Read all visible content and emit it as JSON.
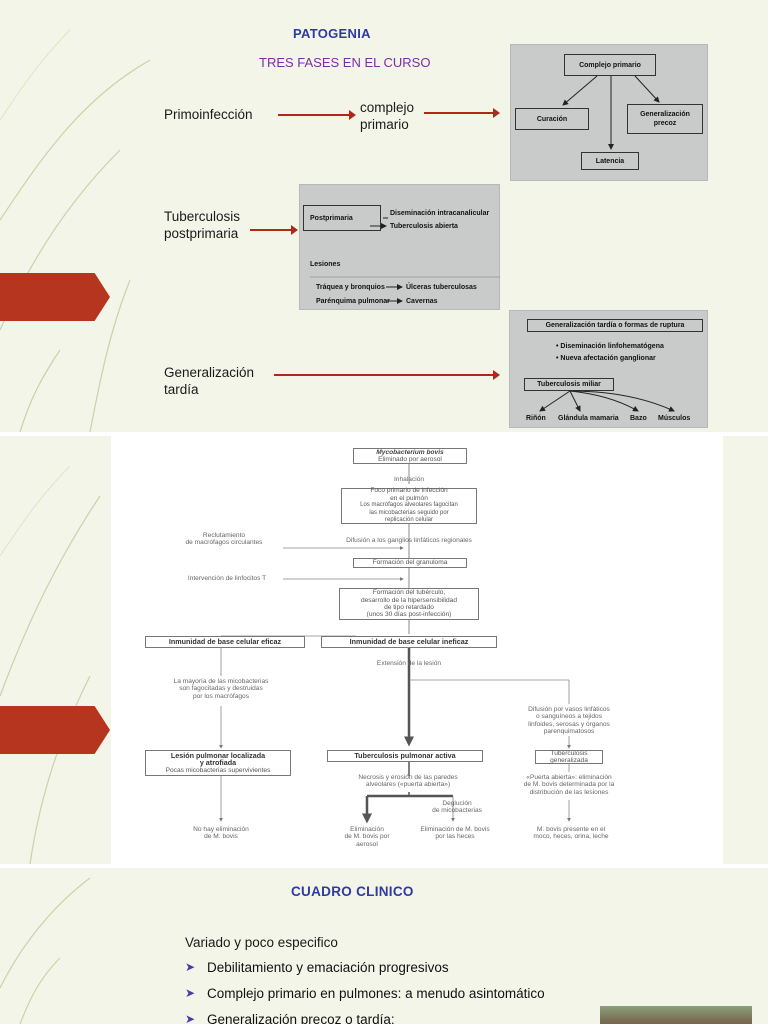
{
  "slide1": {
    "title": "PATOGENIA",
    "subtitle": "TRES FASES EN EL CURSO",
    "primo_label": "Primoinfección",
    "complejo_label_line1": "complejo",
    "complejo_label_line2": "primario",
    "post_label_line1": "Tuberculosis",
    "post_label_line2": "postprimaria",
    "gen_label_line1": "Generalización",
    "gen_label_line2": "tardía",
    "box1": {
      "root": "Complejo primario",
      "left": "Curación",
      "right_line1": "Generalización",
      "right_line2": "precoz",
      "bottom": "Latencia"
    },
    "box2": {
      "postprimaria": "Postprimaria",
      "dis1": "Diseminación intracanalicular",
      "dis2": "Tuberculosis abierta",
      "lesiones": "Lesiones",
      "l1a": "Tráquea y bronquios",
      "l1b": "Úlceras tuberculosas",
      "l2a": "Parénquima pulmonar",
      "l2b": "Cavernas"
    },
    "box3": {
      "header": "Generalización tardía o formas de ruptura",
      "b1": "Diseminación linfohematógena",
      "b2": "Nueva afectación ganglionar",
      "miliar": "Tuberculosis miliar",
      "o1": "Riñón",
      "o2": "Glándula mamaria",
      "o3": "Bazo",
      "o4": "Músculos"
    }
  },
  "slide2": {
    "n1a": "Mycobacterium bovis",
    "n1b": "Eliminado por aerosol",
    "inhal": "Inhalación",
    "n2a": "Foco primario de infección",
    "n2b": "en el pulmón",
    "n2c": "Los macrófagos alveolares fagocitan",
    "n2d": "las micobacterias seguido por",
    "n2e": "replicación celular",
    "recl1": "Reclutamiento",
    "recl2": "de macrófagos circulantes",
    "difus": "Difusión a los ganglios linfáticos regionales",
    "gran": "Formación del granuloma",
    "interv": "Intervención de linfocitos T",
    "n3a": "Formación del tubérculo,",
    "n3b": "desarrollo de la hipersensibilidad",
    "n3c": "de tipo retardado",
    "n3d": "(unos 30 días post-infección)",
    "ef": "Inmunidad de base celular eficaz",
    "inef": "Inmunidad de base celular ineficaz",
    "ext": "Extensión de la lesión",
    "may1": "La mayoría de las micobacterias",
    "may2": "son fagocitadas y destruidas",
    "may3": "por los macrófagos",
    "vas1": "Difusión por vasos linfáticos",
    "vas2": "o sanguíneos a tejidos",
    "vas3": "linfoides, serosas y órganos",
    "vas4": "parenquimatosos",
    "les1": "Lesión pulmonar localizada",
    "les2": "y atrofiada",
    "les3": "Pocas micobacterias supervivientes",
    "act": "Tuberculosis pulmonar activa",
    "gen1": "Tuberculosis",
    "gen2": "generalizada",
    "nec1": "Necrosis y erosión de las paredes",
    "nec2": "alveolares («puerta abierta»)",
    "pa1": "«Puerta abierta»: eliminación",
    "pa2": "de M. bovis determinada por la",
    "pa3": "distribución de las lesiones",
    "deg1": "Deglución",
    "deg2": "de micobacterias",
    "noel1": "No hay eliminación",
    "noel2": "de M. bovis",
    "el1a": "Eliminación",
    "el1b": "de M. bovis por",
    "el1c": "aerosol",
    "el2a": "Eliminación de M. bovis",
    "el2b": "por las heces",
    "mb1": "M. bovis presente en el",
    "mb2": "moco, heces, orina, leche"
  },
  "slide3": {
    "title": "CUADRO CLINICO",
    "intro": "Variado y poco especifico",
    "items": [
      "Debilitamiento y emaciación progresivos",
      "Complejo primario en pulmones: a menudo asintomático",
      "Generalización precoz o tardía:"
    ],
    "bullet_icon": "arrowhead-bullet-icon"
  }
}
